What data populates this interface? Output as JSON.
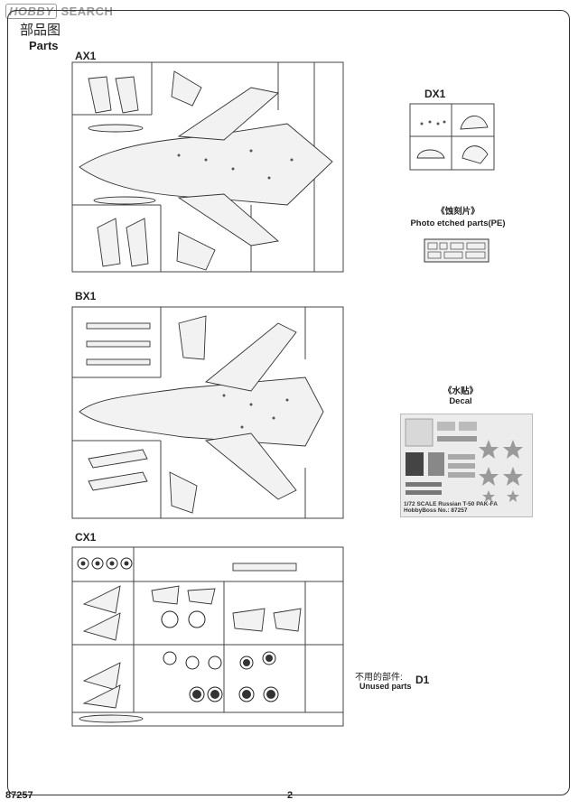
{
  "watermark": {
    "logo": "HOBBY",
    "text": "SEARCH"
  },
  "heading": {
    "cn": "部品图",
    "en": "Parts"
  },
  "sprues": {
    "ax1": "AX1",
    "bx1": "BX1",
    "cx1": "CX1",
    "dx1": "DX1",
    "d1": "D1"
  },
  "pe": {
    "cn": "《蚀刻片》",
    "en": "Photo etched parts(PE)"
  },
  "decal": {
    "cn": "《水贴》",
    "en": "Decal",
    "sheet_caption": "1/72 SCALE Russian T-50 PAK-FA   HobbyBoss   No.: 87257"
  },
  "unused": {
    "cn": "不用的部件:",
    "en": "Unused parts"
  },
  "footer": {
    "code": "87257",
    "page": "2"
  },
  "icons": {
    "star": "red-star-icon"
  }
}
